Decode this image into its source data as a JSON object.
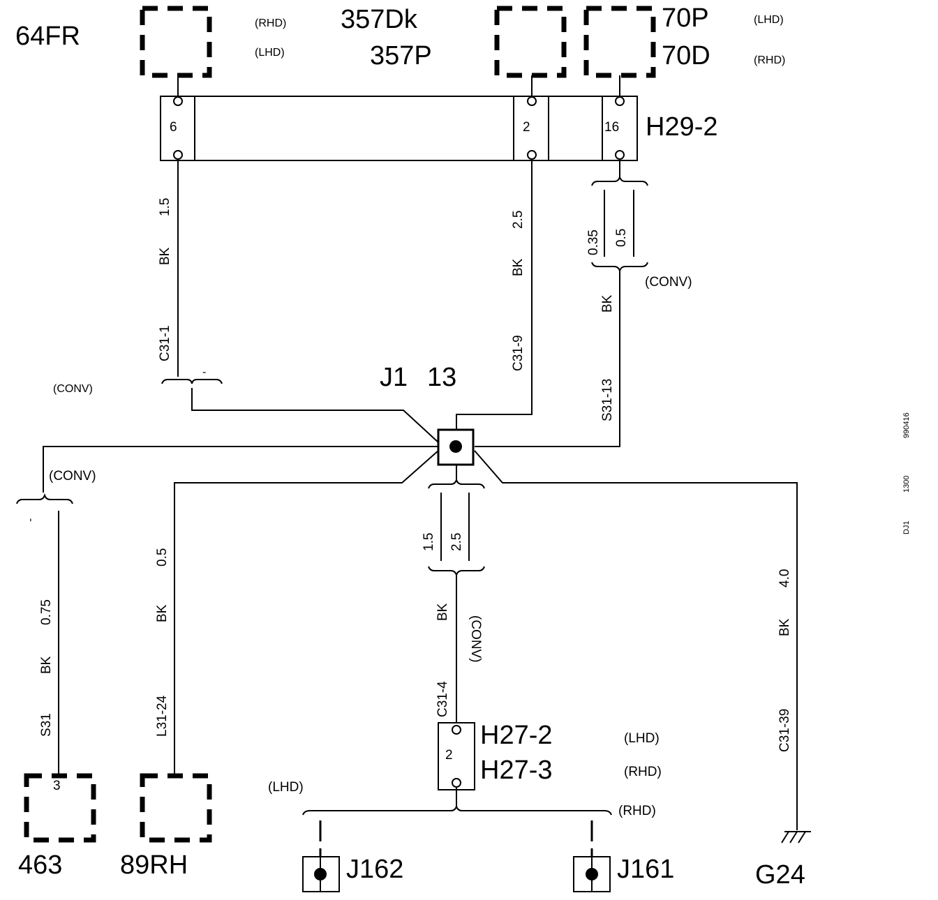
{
  "components": {
    "c64fr": "64FR",
    "c357dk": "357Dk",
    "c357p": "357P",
    "c70p": "70P",
    "c70d": "70D",
    "c463": "463",
    "c89rh": "89RH",
    "g24": "G24",
    "j162": "J162",
    "j161": "J161"
  },
  "tags": {
    "rhd_top": "(RHD)",
    "lhd_top": "(LHD)",
    "lhd_70p": "(LHD)",
    "rhd_70d": "(RHD)",
    "conv_left": "(CONV)",
    "conv_far_left": "(CONV)",
    "conv_right": "(CONV)",
    "conv_center": "(CONV)",
    "lhd_h27": "(LHD)",
    "rhd_h27": "(RHD)",
    "lhd_bottom": "(LHD)",
    "rhd_bottom": "(RHD)"
  },
  "connectors": {
    "h29": "H29-2",
    "h29_pin_a": "6",
    "h29_pin_b": "2",
    "h29_pin_c": "16",
    "h27_2": "H27-2",
    "h27_3": "H27-3",
    "h27_pin": "2",
    "c463_pin": "3"
  },
  "junction": {
    "name": "J1",
    "number": "13"
  },
  "wires": {
    "w1_size": "1.5",
    "w1_color": "BK",
    "w1_id": "C31-1",
    "w2_size": "2.5",
    "w2_color": "BK",
    "w2_id": "C31-9",
    "w3_size_a": "0.35",
    "w3_size_b": "0.5",
    "w3_color": "BK",
    "w3_id": "S31-13",
    "w4_size": "0.75",
    "w4_color": "BK",
    "w4_id": "S31",
    "w5_size": "0.5",
    "w5_color": "BK",
    "w5_id": "L31-24",
    "w6_size_a": "1.5",
    "w6_size_b": "2.5",
    "w6_color": "BK",
    "w6_id": "C31-4",
    "w7_size": "4.0",
    "w7_color": "BK",
    "w7_id": "C31-39",
    "dash_a": "-",
    "dash_b": "-"
  },
  "side_ref": {
    "a": "990416",
    "b": "1300",
    "c": "DJ1"
  }
}
